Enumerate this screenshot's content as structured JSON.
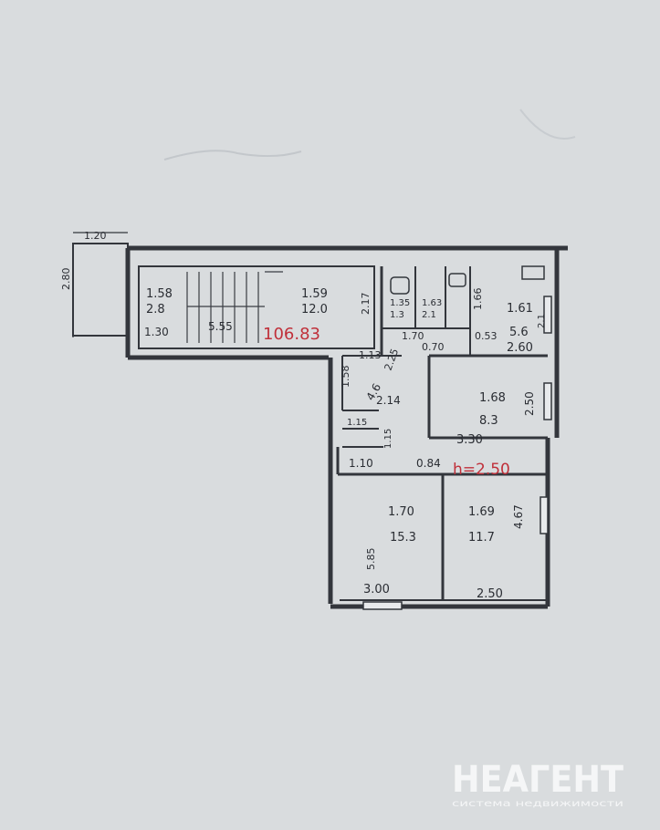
{
  "plan": {
    "stair_label_a": "1.20",
    "stair_label_b": "2.80",
    "stair": {
      "num": "1.58",
      "area": "2.8",
      "dim_bottom": "1.30"
    },
    "room_159": {
      "num": "1.59",
      "area": "12.0",
      "dim_len": "5.55",
      "dim_side": "2.17"
    },
    "total_area": "106.83",
    "bath_a": {
      "num": "1.35",
      "area": "1.3"
    },
    "bath_b": {
      "num": "1.63",
      "area": "2.1",
      "dim_w": "1.70"
    },
    "room_161": {
      "num": "1.61",
      "area": "5.6",
      "dim_side": "1.66",
      "dim_gap": "0.53",
      "dim_w": "2.60",
      "dim_small": "2.1"
    },
    "hall": {
      "num": "1.58",
      "area": "4.6",
      "dim_a": "2.14",
      "dim_b": "1.13",
      "dim_c": "2.25",
      "dim_d": "0.70"
    },
    "room_168": {
      "num": "1.68",
      "area": "8.3",
      "dim_side": "2.50",
      "dim_w": "3.30"
    },
    "closet_dims": {
      "a": "1.15",
      "b": "1.15",
      "c": "1.10",
      "d": "0.84"
    },
    "ceiling_height": "h=2.50",
    "room_170": {
      "num": "1.70",
      "area": "15.3",
      "dim_side": "5.85",
      "dim_w": "3.00"
    },
    "room_169": {
      "num": "1.69",
      "area": "11.7",
      "dim_side": "4.67",
      "dim_w": "2.50"
    }
  },
  "watermark": {
    "brand": "НЕАГЕНТ",
    "tagline": "система недвижимости"
  }
}
